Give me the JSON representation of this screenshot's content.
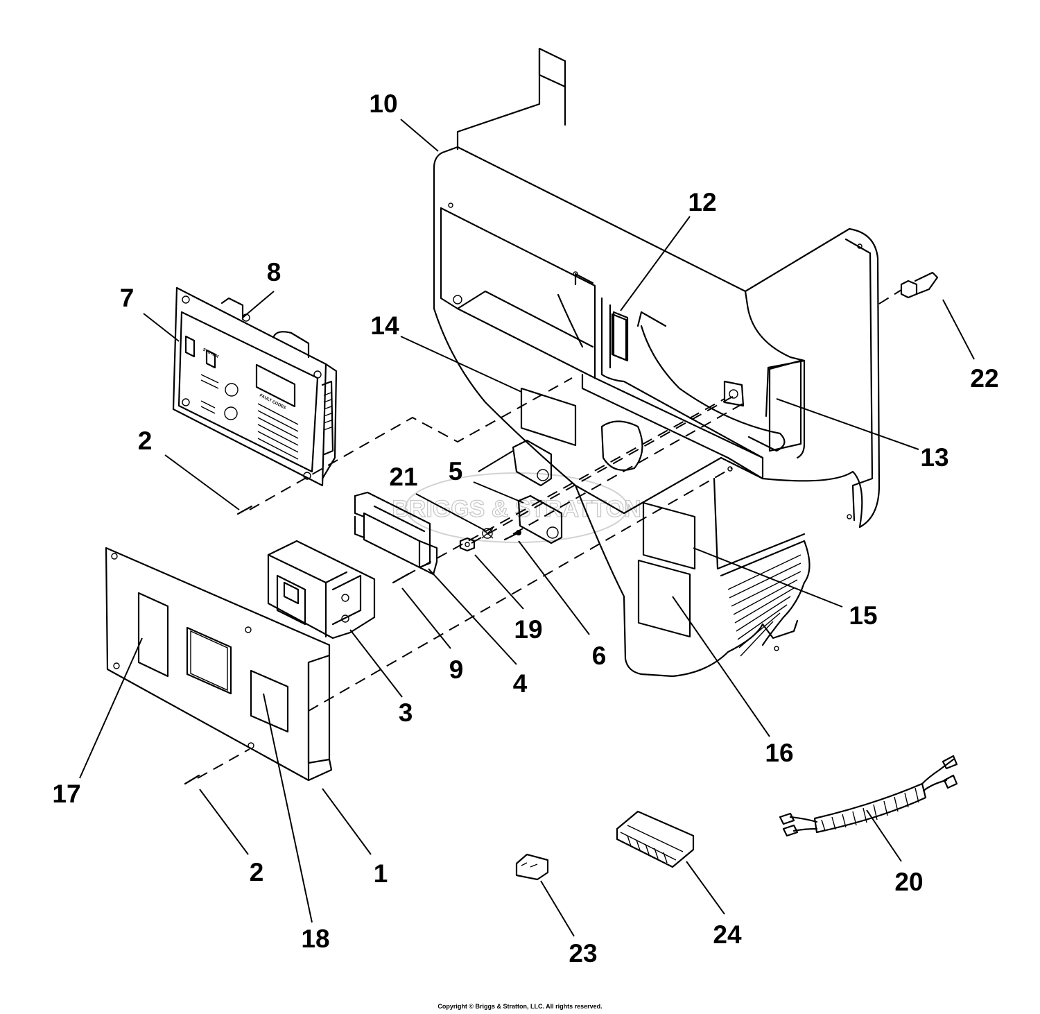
{
  "watermark": {
    "text": "BRIGGS & STRATTON"
  },
  "control_panel": {
    "labels": [
      "SYSTEM",
      "FAULT CODES"
    ]
  },
  "callouts": [
    {
      "id": "c1",
      "label": "1"
    },
    {
      "id": "c2a",
      "label": "2"
    },
    {
      "id": "c2b",
      "label": "2"
    },
    {
      "id": "c3",
      "label": "3"
    },
    {
      "id": "c4",
      "label": "4"
    },
    {
      "id": "c5",
      "label": "5"
    },
    {
      "id": "c6",
      "label": "6"
    },
    {
      "id": "c7",
      "label": "7"
    },
    {
      "id": "c8",
      "label": "8"
    },
    {
      "id": "c9",
      "label": "9"
    },
    {
      "id": "c10",
      "label": "10"
    },
    {
      "id": "c12",
      "label": "12"
    },
    {
      "id": "c13",
      "label": "13"
    },
    {
      "id": "c14",
      "label": "14"
    },
    {
      "id": "c15",
      "label": "15"
    },
    {
      "id": "c16",
      "label": "16"
    },
    {
      "id": "c17",
      "label": "17"
    },
    {
      "id": "c18",
      "label": "18"
    },
    {
      "id": "c19",
      "label": "19"
    },
    {
      "id": "c20",
      "label": "20"
    },
    {
      "id": "c21",
      "label": "21"
    },
    {
      "id": "c22",
      "label": "22"
    },
    {
      "id": "c23",
      "label": "23"
    },
    {
      "id": "c24",
      "label": "24"
    }
  ],
  "copyright": "Copyright © Briggs & Stratton, LLC. All rights reserved."
}
